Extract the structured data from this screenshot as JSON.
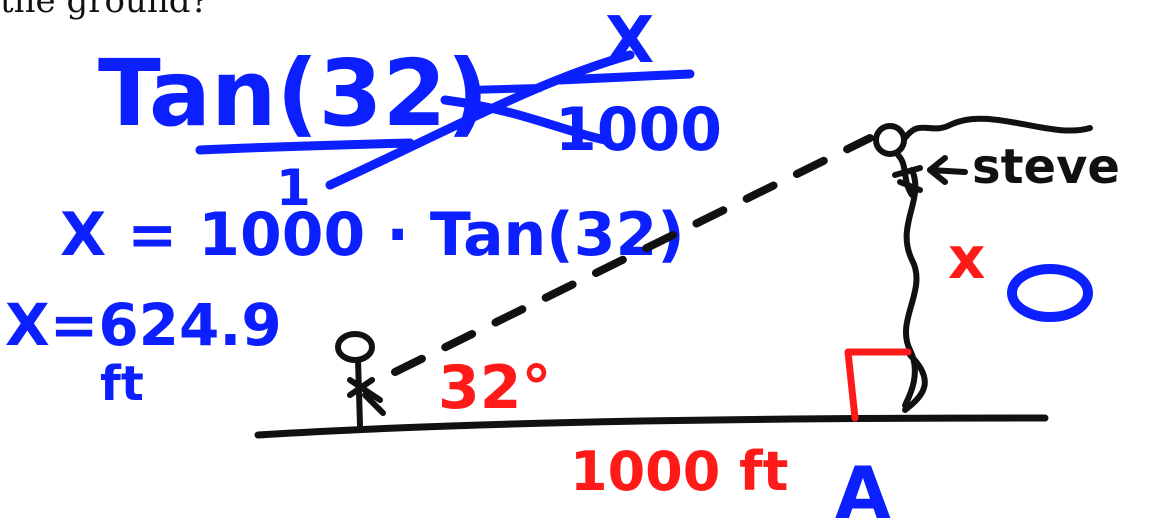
{
  "colors": {
    "ink_black": "#111111",
    "ink_blue": "#0b1fff",
    "ink_red": "#ff1a1a",
    "background": "#ffffff"
  },
  "header_partial": "the ground?",
  "equations": {
    "tan_lhs": "Tan(32)",
    "fraction_x": "X",
    "fraction_1000": "1000",
    "denominator_one": "1",
    "solve_step": "X = 1000 · Tan(32)",
    "result_line1": "X=624.9",
    "result_line2": "ft"
  },
  "labels": {
    "angle": "32°",
    "distance": "1000 ft",
    "steve": "steve",
    "steve_arrow": "←",
    "x_mark": "x",
    "o_mark": "O",
    "point_a": "A"
  }
}
